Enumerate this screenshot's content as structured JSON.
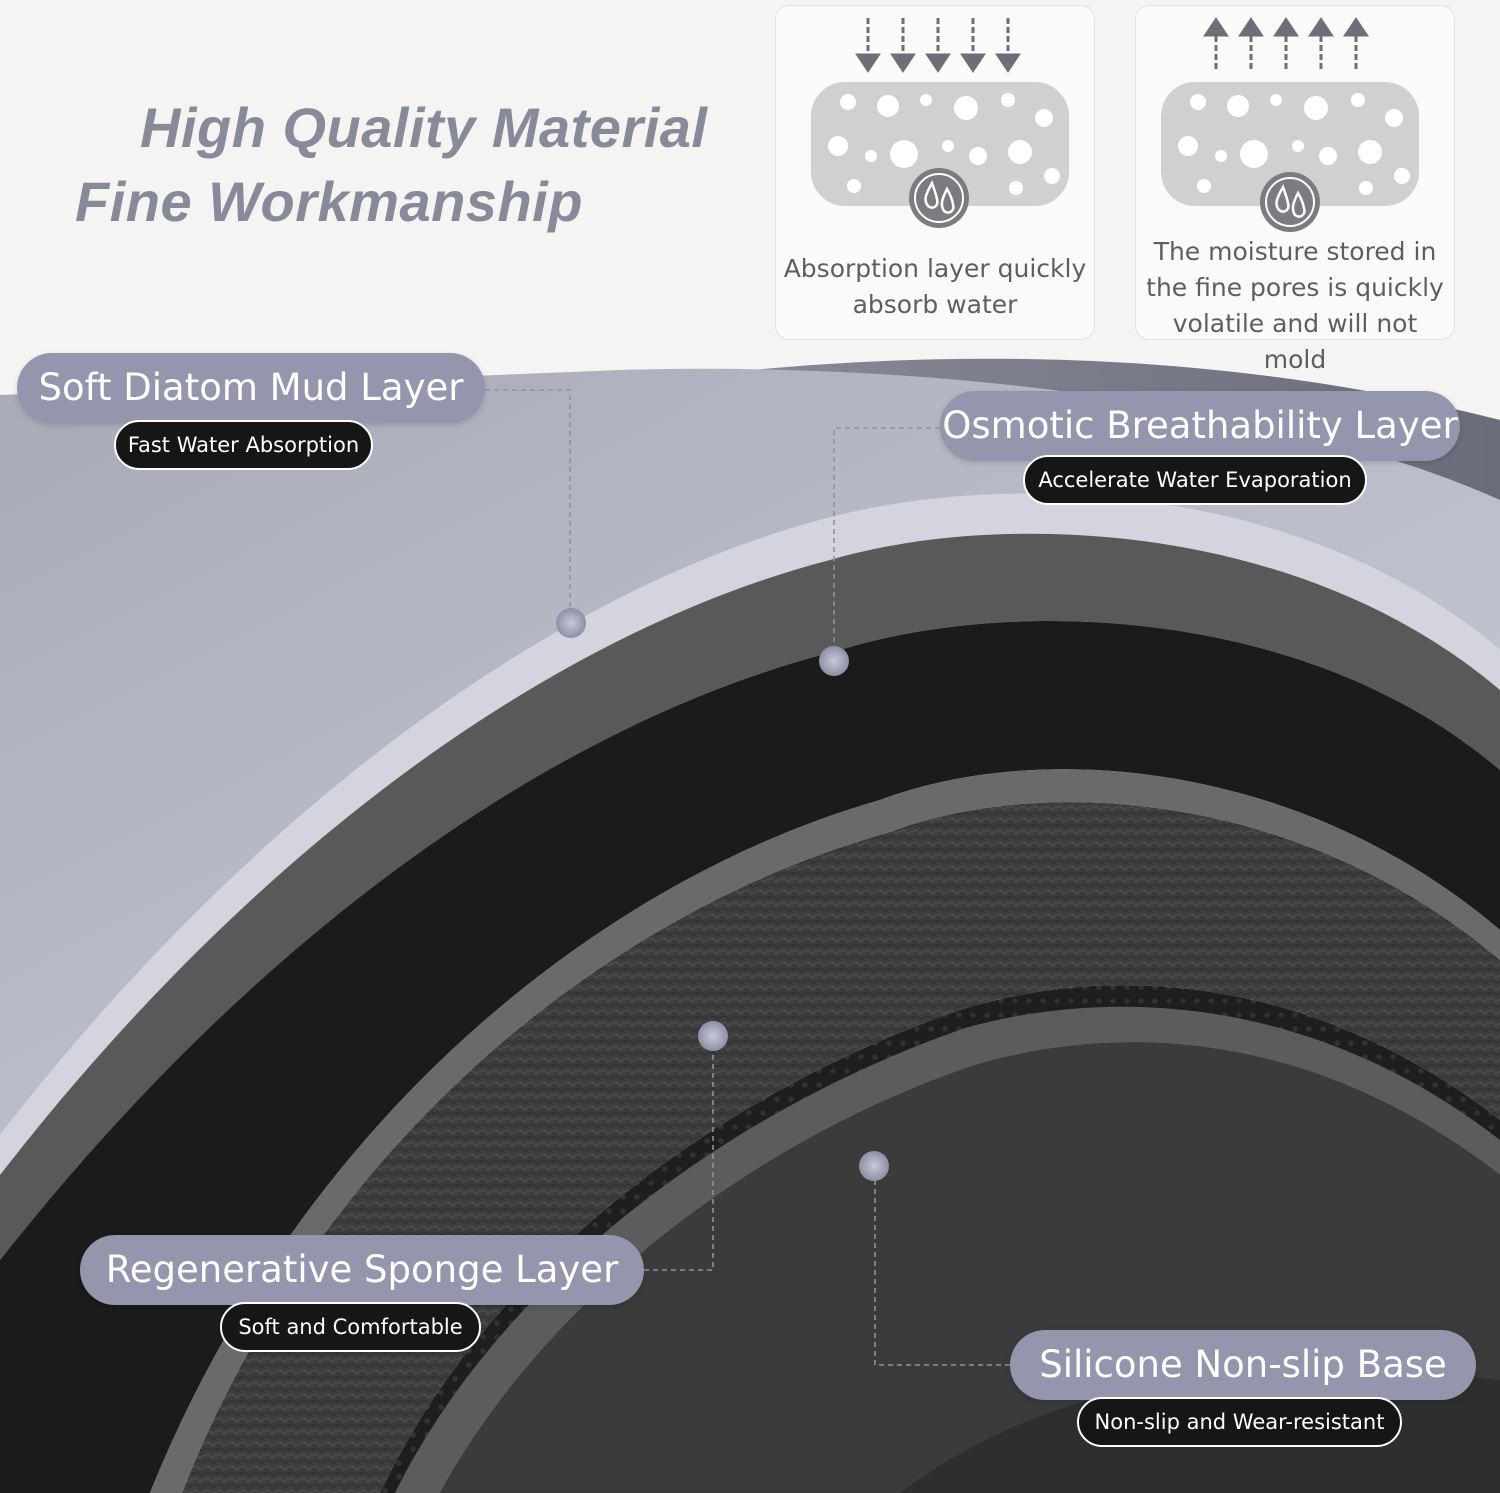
{
  "headline": {
    "line1": "High Quality Material",
    "line2": "Fine Workmanship"
  },
  "cards": [
    {
      "icon": "water-drop-icon",
      "text": "Absorption layer quickly absorb water"
    },
    {
      "icon": "water-drop-icon",
      "text": "The moisture stored in the fine pores is quickly volatile and will not mold"
    }
  ],
  "layers": [
    {
      "name": "Soft Diatom Mud Layer",
      "feature": "Fast Water Absorption"
    },
    {
      "name": "Osmotic Breathability Layer",
      "feature": "Accelerate Water Evaporation"
    },
    {
      "name": "Regenerative Sponge Layer",
      "feature": "Soft and Comfortable"
    },
    {
      "name": "Silicone Non-slip Base",
      "feature": "Non-slip and Wear-resistant"
    }
  ],
  "colors": {
    "accent": "#9396ad",
    "badge": "#161616",
    "headline": "#878a99",
    "diatom_layer": "#b9bbc9",
    "breathable_layer": "#585858",
    "sponge_layer": "#1c1b1c",
    "base_layer": "#3f3f3f"
  }
}
